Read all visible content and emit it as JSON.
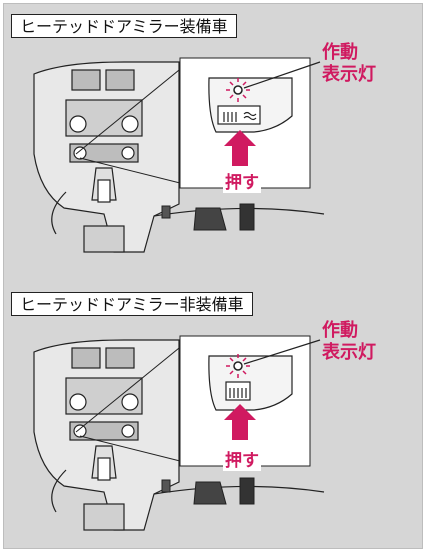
{
  "sections": [
    {
      "heading": "ヒーテッドドアミラー装備車",
      "callout_label_line1": "作動",
      "callout_label_line2": "表示灯",
      "press_label": "押す"
    },
    {
      "heading": "ヒーテッドドアミラー非装備車",
      "callout_label_line1": "作動",
      "callout_label_line2": "表示灯",
      "press_label": "押す"
    }
  ],
  "colors": {
    "accent": "#d01a60",
    "background": "#d6d6d6",
    "line": "#222222"
  },
  "icons": [
    "defroster-button-icon",
    "indicator-light-icon",
    "press-arrow-icon"
  ]
}
